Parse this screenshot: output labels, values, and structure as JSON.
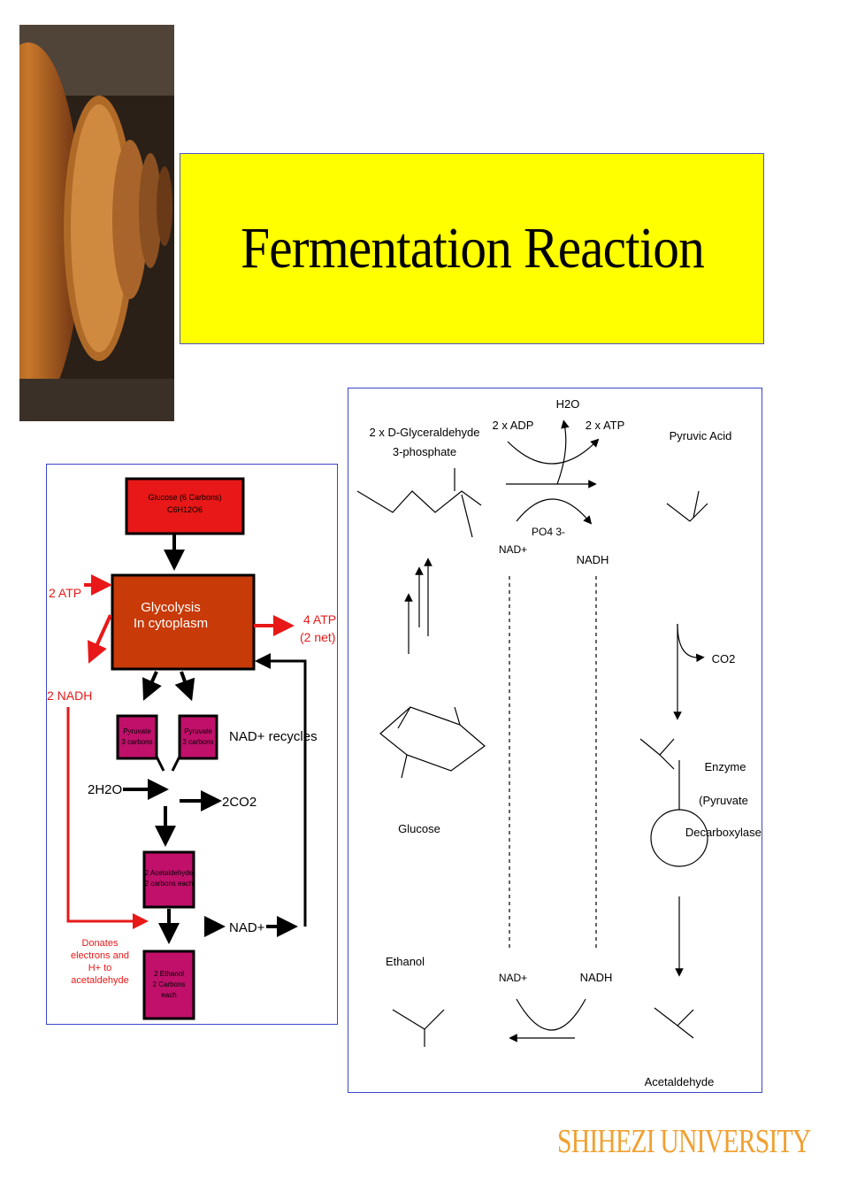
{
  "title": "Fermentation Reaction",
  "footer": "SHIHEZI UNIVERSITY",
  "left_diagram": {
    "glucose_line1": "Glucose (6 Carbons)",
    "glucose_line2": "C6H12O6",
    "glycolysis_line1": "Glycolysis",
    "glycolysis_line2": "In cytoplasm",
    "atp_in": "2 ATP",
    "atp_out_line1": "4 ATP",
    "atp_out_line2": "(2 net)",
    "nadh": "2 NADH",
    "pyruvate_a_line1": "Pyruvate",
    "pyruvate_a_line2": "3 carbons",
    "pyruvate_b_line1": "Pyruvate",
    "pyruvate_b_line2": "3 carbons",
    "nad_recycles": "NAD+ recycles",
    "water": "2H2O",
    "co2": "2CO2",
    "acetaldehyde_line1": "2 Acetaldehyde",
    "acetaldehyde_line2": "2 carbons each",
    "nad_plus": "NAD+",
    "donates_line1": "Donates",
    "donates_line2": "electrons and",
    "donates_line3": "H+ to",
    "donates_line4": "acetaldehyde",
    "ethanol_line1": "2 Ethanol",
    "ethanol_line2": "2 Carbons",
    "ethanol_line3": "each"
  },
  "right_diagram": {
    "g3p_line1": "2 x D-Glyceraldehyde",
    "g3p_line2": "3-phosphate",
    "adp": "2 x ADP",
    "atp": "2 x ATP",
    "water": "H2O",
    "pyruvic_acid": "Pyruvic Acid",
    "nad_plus_top": "NAD+",
    "phosphate": "PO4 3-",
    "nadh_top": "NADH",
    "co2": "CO2",
    "glucose": "Glucose",
    "enzyme": "Enzyme",
    "enzyme_name_line1": "(Pyruvate",
    "enzyme_name_line2": "Decarboxylase)",
    "ethanol": "Ethanol",
    "nad_plus_bottom": "NAD+",
    "nadh_bottom": "NADH",
    "acetaldehyde": "Acetaldehyde"
  },
  "colors": {
    "title_bg": "#ffff00",
    "footer": "#f0a030",
    "red": "#e81818",
    "glycolysis": "#c83a08",
    "magenta": "#c0106a",
    "border": "#3b46c8"
  }
}
